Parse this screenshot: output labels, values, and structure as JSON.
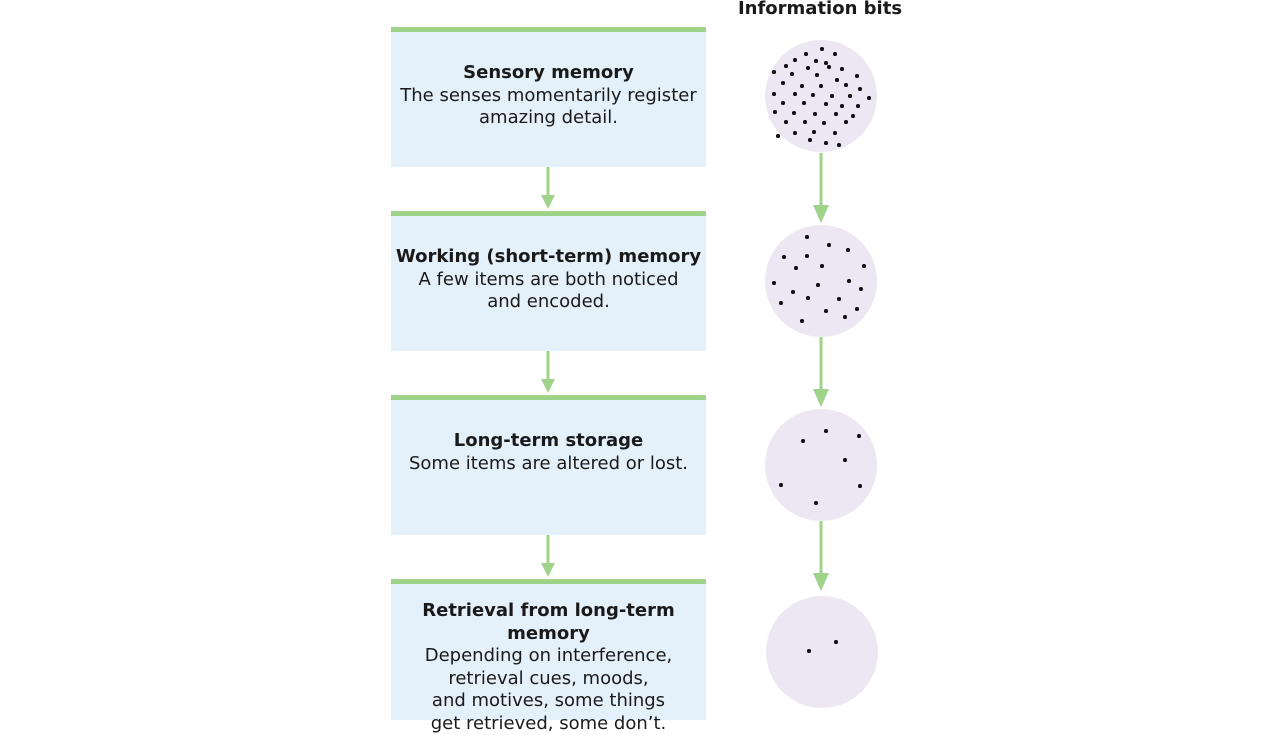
{
  "header": {
    "information_bits": "Information bits"
  },
  "stages": [
    {
      "title": "Sensory memory",
      "description": "The senses momentarily register\namazing detail."
    },
    {
      "title": "Working (short-term) memory",
      "description": "A few items are both noticed\nand encoded."
    },
    {
      "title": "Long-term storage",
      "description": "Some items are altered or lost."
    },
    {
      "title": "Retrieval from long-term memory",
      "description": "Depending on interference,\nretrieval cues, moods,\nand motives, some things\nget retrieved, some don’t."
    }
  ],
  "colors": {
    "box_fill": "#e4f0fa",
    "box_border": "#9fd38a",
    "arrow": "#9fd38a",
    "circle_fill": "#ece7f3",
    "dot": "#111111"
  },
  "icons": {
    "arrow": "arrow-down-icon"
  }
}
